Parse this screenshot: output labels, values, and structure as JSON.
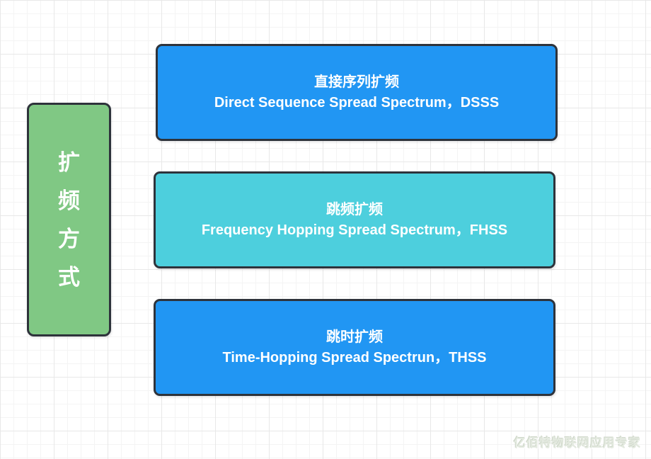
{
  "canvas": {
    "bg_color": "#ffffff",
    "grid_minor_color": "#f4f4f4",
    "grid_major_color": "#e8e8e8"
  },
  "diagram": {
    "category": {
      "label": "扩频方式",
      "chars": [
        "扩",
        "频",
        "方",
        "式"
      ],
      "bg_color": "#80c884",
      "border_color": "#2e333b",
      "text_color": "#ffffff"
    },
    "methods": [
      {
        "title_zh": "直接序列扩频",
        "title_en": "Direct Sequence Spread Spectrum，DSSS",
        "bg_color": "#2196f3"
      },
      {
        "title_zh": "跳频扩频",
        "title_en": "Frequency Hopping Spread Spectrum，FHSS",
        "bg_color": "#4dcfdd"
      },
      {
        "title_zh": "跳时扩频",
        "title_en": "Time-Hopping Spread Spectrun，THSS",
        "bg_color": "#2196f3"
      }
    ]
  },
  "watermark": {
    "text": "亿佰特物联网应用专家",
    "color": "#e4eae0"
  }
}
